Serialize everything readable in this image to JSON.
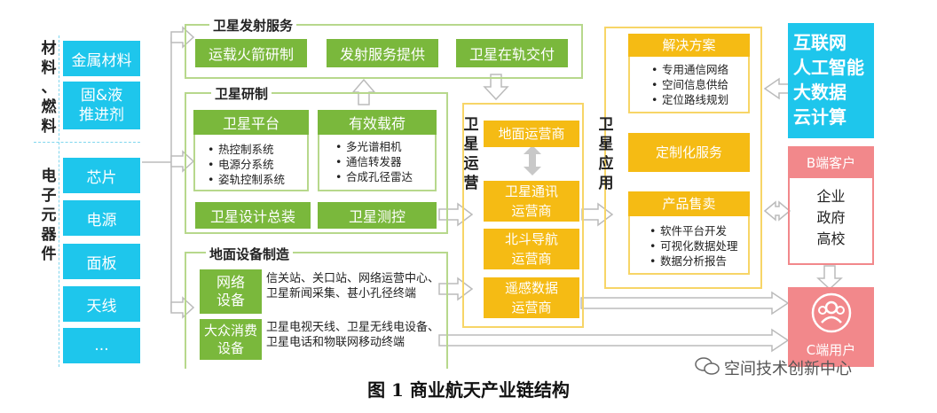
{
  "left": {
    "materials_label": "材料、燃料",
    "materials": [
      "金属材料",
      "固&液\n推进剂"
    ],
    "electronics_label": "电子元器件",
    "electronics": [
      "芯片",
      "电源",
      "面板",
      "天线",
      "..."
    ]
  },
  "launch": {
    "title": "卫星发射服务",
    "items": [
      "运载火箭研制",
      "发射服务提供",
      "卫星在轨交付"
    ]
  },
  "research": {
    "title": "卫星研制",
    "platform": {
      "title": "卫星平台",
      "items": [
        "热控制系统",
        "电源分系统",
        "姿轨控制系统"
      ]
    },
    "payload": {
      "title": "有效载荷",
      "items": [
        "多光谱相机",
        "通信转发器",
        "合成孔径雷达"
      ]
    },
    "assembly": "卫星设计总装",
    "tt": "卫星测控"
  },
  "ground": {
    "title": "地面设备制造",
    "network_label": "网络\n设备",
    "network_desc": "信关站、关口站、网络运营中心、卫星新闻采集、甚小孔径终端",
    "consumer_label": "大众消费\n设备",
    "consumer_desc": "卫星电视天线、卫星无线电设备、卫星电话和物联网移动终端"
  },
  "operation": {
    "title": "卫星运营",
    "items": [
      "地面运营商",
      "卫星通讯\n运营商",
      "北斗导航\n运营商",
      "遥感数据\n运营商"
    ]
  },
  "application": {
    "title": "卫星应用",
    "solution": {
      "title": "解决方案",
      "items": [
        "专用通信网络",
        "空间信息供给",
        "定位路线规划"
      ]
    },
    "custom": "定制化服务",
    "product": {
      "title": "产品售卖",
      "items": [
        "软件平台开发",
        "可视化数据处理",
        "数据分析报告"
      ]
    }
  },
  "tech": "互联网\n人工智能\n大数据\n云计算",
  "b_client": {
    "title": "B端客户",
    "items": "企业\n政府\n高校"
  },
  "c_user": "C端用户",
  "watermark": "空间技术创新中心",
  "caption": "图 1  商业航天产业链结构",
  "colors": {
    "cyan": "#1ec6ec",
    "green": "#7ab83c",
    "yellow": "#f5bb14",
    "pink": "#f2888b"
  }
}
